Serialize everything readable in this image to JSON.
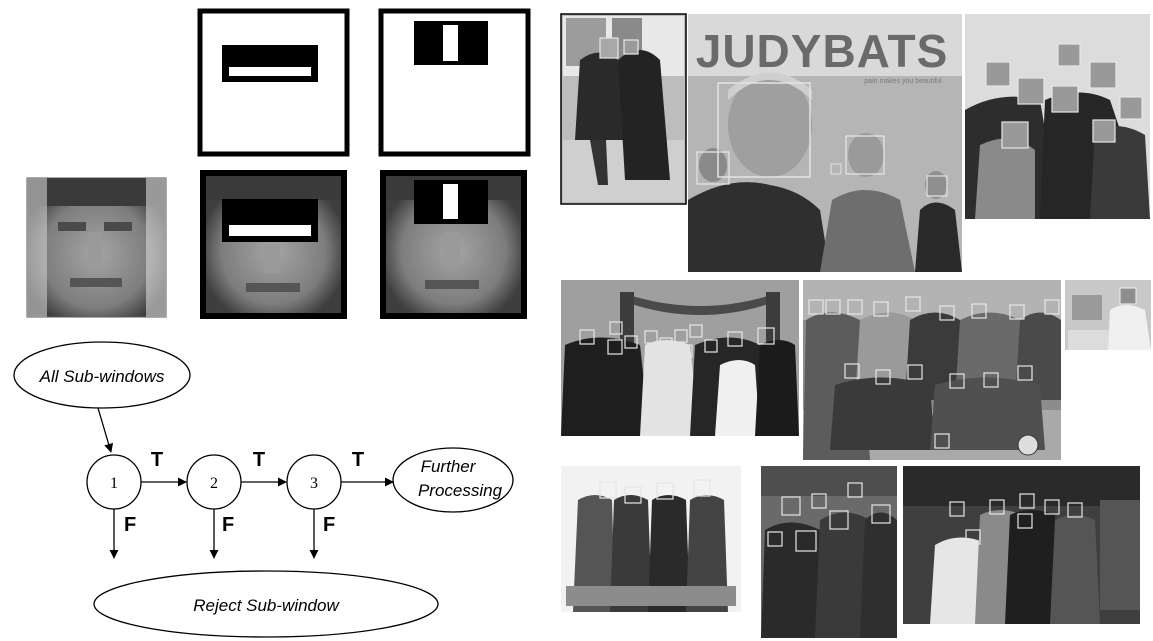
{
  "features": {
    "top_row": [
      "two-rectangle-horizontal-feature",
      "three-rectangle-vertical-feature"
    ],
    "bottom_row": [
      "face-sample",
      "face-with-horizontal-feature",
      "face-with-vertical-feature"
    ]
  },
  "cascade": {
    "start_label": "All Sub-windows",
    "stages": [
      "1",
      "2",
      "3"
    ],
    "true_label": "T",
    "false_label": "F",
    "further_label_line1": "Further",
    "further_label_line2": "Processing",
    "reject_label": "Reject Sub-window"
  },
  "photos": {
    "album_cover_title": "JUDYBATS",
    "album_cover_subtitle": "pain makes you beautiful"
  },
  "colors": {
    "ink": "#000000",
    "detection_box": "#d8d8d8",
    "photo_dark": "#2e2e2e",
    "photo_mid": "#8a8a8a",
    "photo_light": "#cfcfcf"
  }
}
